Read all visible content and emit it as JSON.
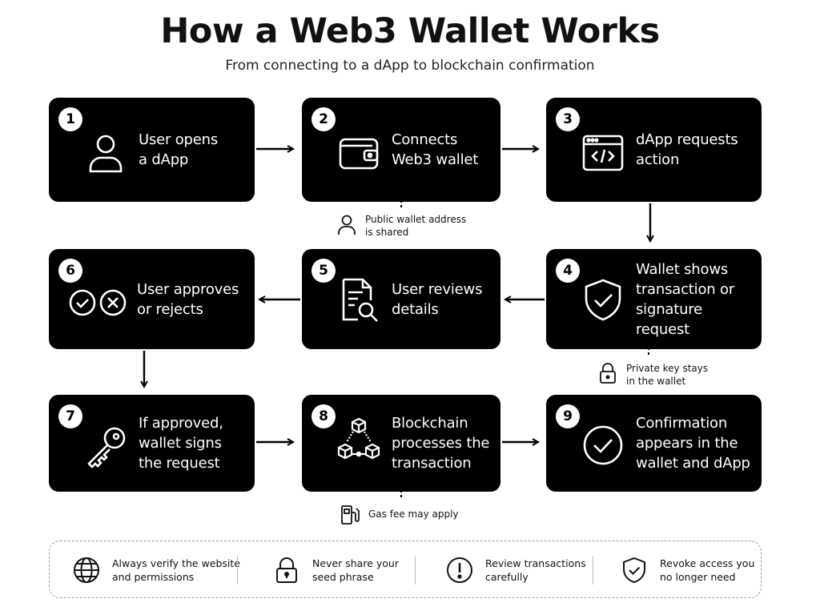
{
  "title": "How a Web3 Wallet Works",
  "subtitle": "From connecting to a dApp to blockchain confirmation",
  "steps": [
    {
      "number": "1",
      "label": "User opens\na dApp",
      "icon": "user-icon"
    },
    {
      "number": "2",
      "label": "Connects\nWeb3 wallet",
      "icon": "wallet-icon"
    },
    {
      "number": "3",
      "label": "dApp requests\naction",
      "icon": "code-window-icon"
    },
    {
      "number": "4",
      "label": "Wallet shows\ntransaction or\nsignature request",
      "icon": "shield-check-icon"
    },
    {
      "number": "5",
      "label": "User reviews\ndetails",
      "icon": "document-search-icon"
    },
    {
      "number": "6",
      "label": "User approves\nor rejects",
      "icon": "approve-reject-icon"
    },
    {
      "number": "7",
      "label": "If approved,\nwallet signs\nthe request",
      "icon": "key-icon"
    },
    {
      "number": "8",
      "label": "Blockchain\nprocesses the\ntransaction",
      "icon": "blockchain-network-icon"
    },
    {
      "number": "9",
      "label": "Confirmation\nappears in the\nwallet and dApp",
      "icon": "check-circle-icon"
    }
  ],
  "notes": {
    "public_address": {
      "text": "Public wallet address\nis shared",
      "icon": "person-icon"
    },
    "private_key": {
      "text": "Private key stays\nin the wallet",
      "icon": "padlock-icon"
    },
    "gas_fee": {
      "text": "Gas fee may apply",
      "icon": "fuel-pump-icon"
    }
  },
  "tips": [
    {
      "text": "Always verify the website\nand permissions",
      "icon": "globe-icon"
    },
    {
      "text": "Never share your\nseed phrase",
      "icon": "lock-icon"
    },
    {
      "text": "Review transactions\ncarefully",
      "icon": "exclamation-circle-icon"
    },
    {
      "text": "Revoke access you\nno longer need",
      "icon": "shield-check-icon"
    }
  ]
}
